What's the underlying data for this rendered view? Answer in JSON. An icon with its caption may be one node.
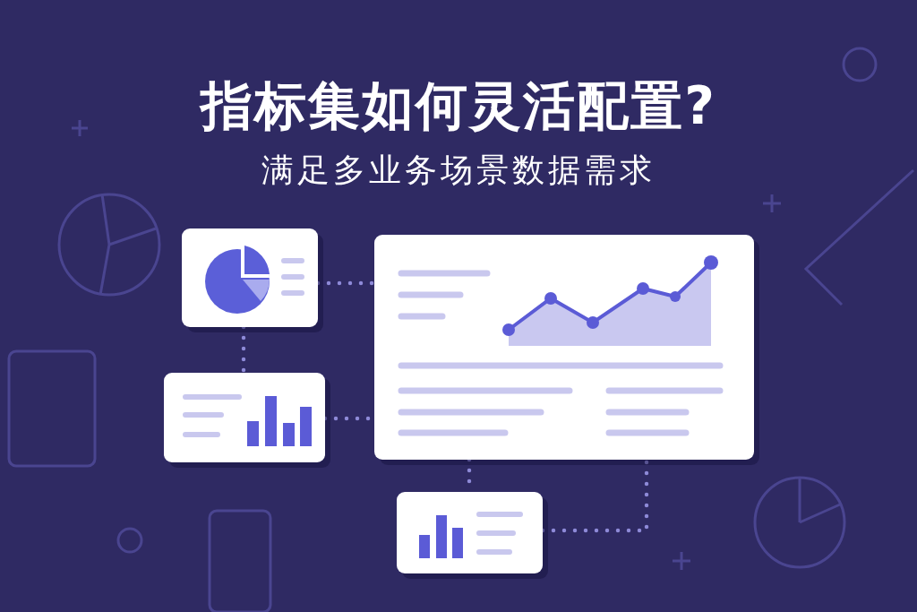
{
  "diagram": {
    "title": "指标集如何灵活配置?",
    "caption": "满足多业务场景数据需求",
    "nodes": [
      {
        "text": [],
        "shape": "box"
      },
      {
        "text": [],
        "shape": "box"
      },
      {
        "text": [],
        "shape": "box"
      },
      {
        "text": [],
        "shape": "box"
      }
    ],
    "edges": [
      {
        "from": 0,
        "to": 2,
        "arrow": "none"
      },
      {
        "from": 0,
        "to": 1,
        "arrow": "none"
      },
      {
        "from": 1,
        "to": 2,
        "arrow": "none"
      },
      {
        "from": 2,
        "to": 3,
        "arrow": "none"
      },
      {
        "from": 3,
        "to": 2,
        "arrow": "none"
      }
    ]
  }
}
